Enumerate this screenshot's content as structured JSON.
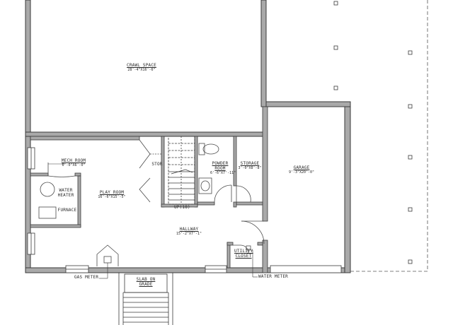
{
  "rooms": {
    "crawl_space": {
      "name": "CRAWL SPACE",
      "dims": "28'-4\"X16'-6\""
    },
    "mech_room": {
      "name": "MECH ROOM",
      "dims": "6'-0\"X6'-0\""
    },
    "play_room": {
      "name": "PLAY ROOM",
      "dims": "16'-6\"X15'-5\""
    },
    "stor": {
      "name": "STOR"
    },
    "powder_room": {
      "name": "POWDER ROOM",
      "dims": "6'-6\"X7'-11\""
    },
    "storage": {
      "name": "STORAGE",
      "dims": "3'-0\"X8'-8\""
    },
    "garage": {
      "name": "GARAGE",
      "dims": "9'-3\"X20'-0\""
    },
    "hallway": {
      "name": "HALLWAY",
      "dims": "15'-2\"X7'-1\""
    },
    "utility_closet": {
      "name": "UTILITY CLOSET"
    }
  },
  "fixtures": {
    "water_heater": "WATER HEATER",
    "furnace": "FURNACE",
    "stair_up": "UP(18)"
  },
  "callouts": {
    "gas_meter": "GAS METER",
    "water_meter": "WATER METER",
    "slab_on_grade": "SLAB ON GRADE"
  },
  "colors": {
    "wall_fill": "#a9a9a9",
    "wall_line": "#3a3a3a",
    "fixture_line": "#4a4a4a",
    "background": "#ffffff"
  }
}
